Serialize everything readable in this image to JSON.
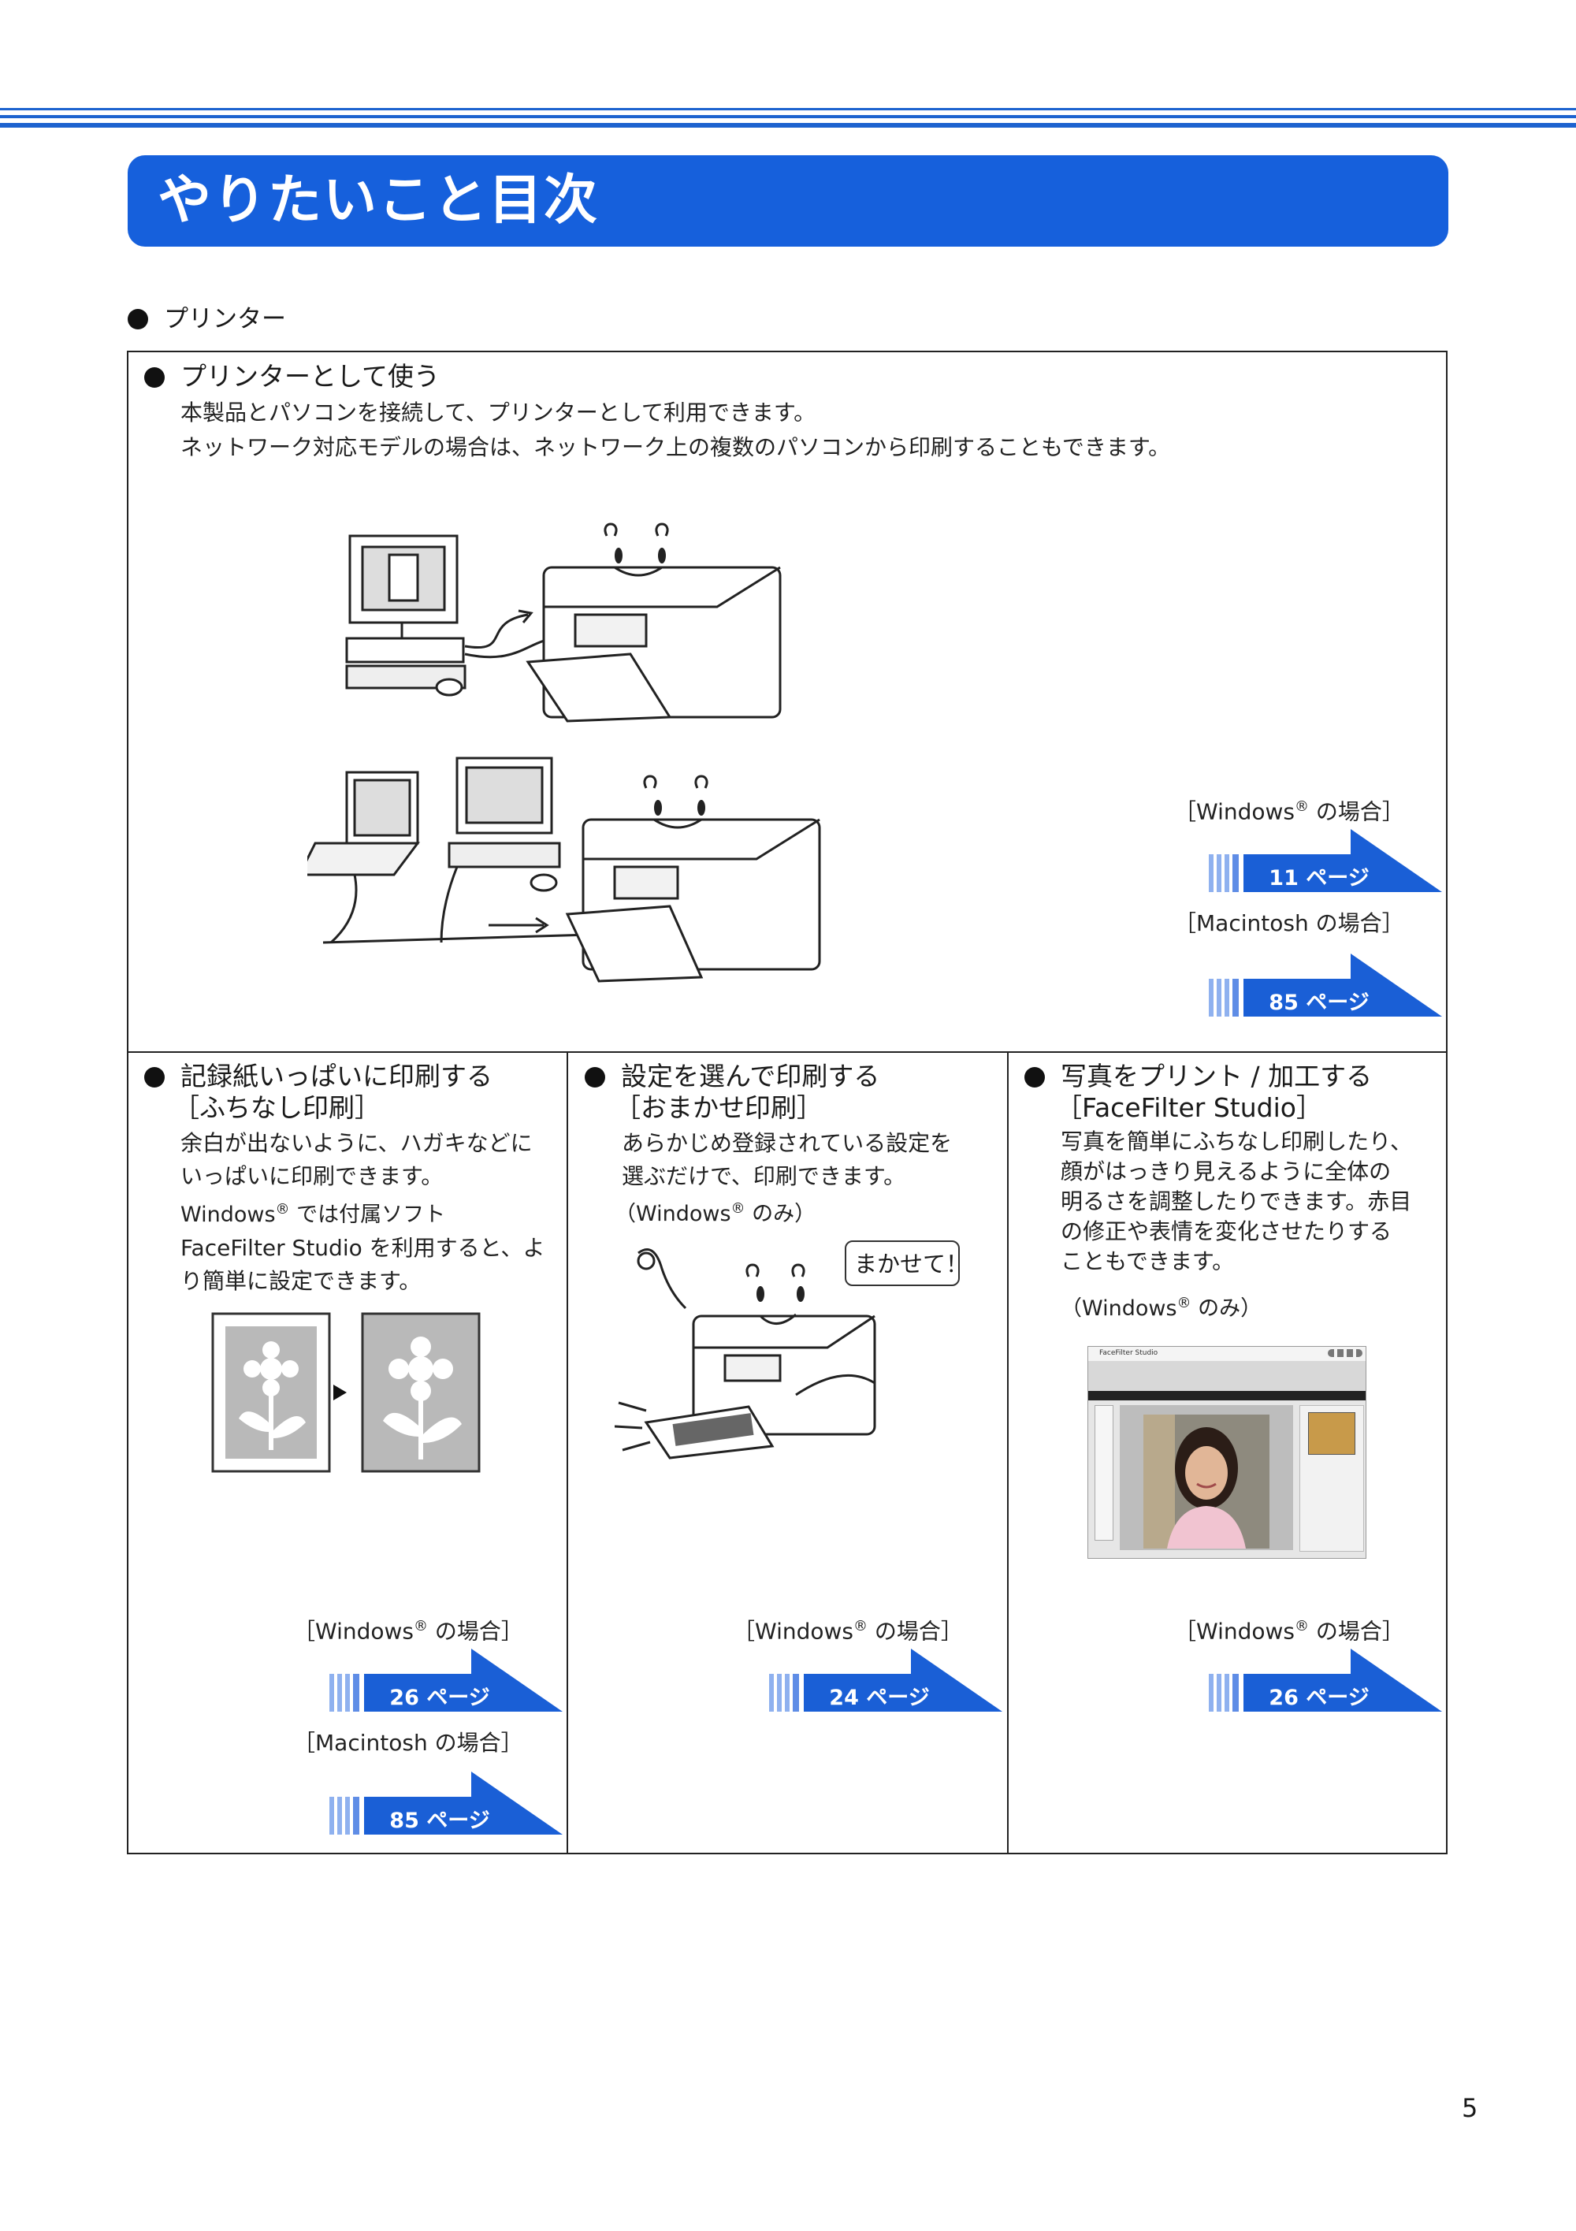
{
  "page": {
    "title": "やりたいこと目次",
    "section": "プリンター",
    "page_number": "5"
  },
  "sections": {
    "printer_use": {
      "heading": "プリンターとして使う",
      "body": [
        "本製品とパソコンを接続して、プリンターとして利用できます。",
        "ネットワーク対応モデルの場合は、ネットワーク上の複数のパソコンから印刷することもできます。"
      ],
      "windows_case": "Windows",
      "windows_case_suffix": " の場合",
      "windows_page": "11 ページ",
      "mac_case": "Macintosh の場合",
      "mac_page": "85 ページ"
    },
    "borderless": {
      "heading_1": "記録紙いっぱいに印刷する",
      "heading_2": "［ふちなし印刷］",
      "body": [
        "余白が出ないように、ハガキなどに",
        "いっぱいに印刷できます。"
      ],
      "windows_prefix": "Windows",
      "windows_rest": " では付属ソフト",
      "body_2": [
        "FaceFilter Studio を利用すると、よ",
        "り簡単に設定できます。"
      ],
      "windows_case": "Windows",
      "windows_case_suffix": " の場合",
      "windows_page": "26 ページ",
      "mac_case": "Macintosh の場合",
      "mac_page": "85 ページ"
    },
    "auto_print": {
      "heading_1": "設定を選んで印刷する",
      "heading_2": "［おまかせ印刷］",
      "body": [
        "あらかじめ登録されている設定を",
        "選ぶだけで、印刷できます。"
      ],
      "windows_only_prefix": "（Windows",
      "windows_only_suffix": " のみ）",
      "speech": "まかせて！",
      "windows_case": "Windows",
      "windows_case_suffix": " の場合",
      "windows_page": "24 ページ"
    },
    "photo": {
      "heading_1": "写真をプリント / 加工する",
      "heading_2": "［FaceFilter Studio］",
      "body": [
        "写真を簡単にふちなし印刷したり、",
        "顔がはっきり見えるように全体の",
        "明るさを調整したりできます。赤目",
        "の修正や表情を変化させたりする",
        "こともできます。"
      ],
      "windows_only_prefix": "（Windows",
      "windows_only_suffix": " のみ）",
      "app_title": "FaceFilter Studio",
      "windows_case": "Windows",
      "windows_case_suffix": " の場合",
      "windows_page": "26 ページ"
    }
  },
  "colors": {
    "brand_blue": "#1660dc",
    "tag_blue": "#1a5fd6",
    "tag_stripe": "#8fb1ef"
  }
}
